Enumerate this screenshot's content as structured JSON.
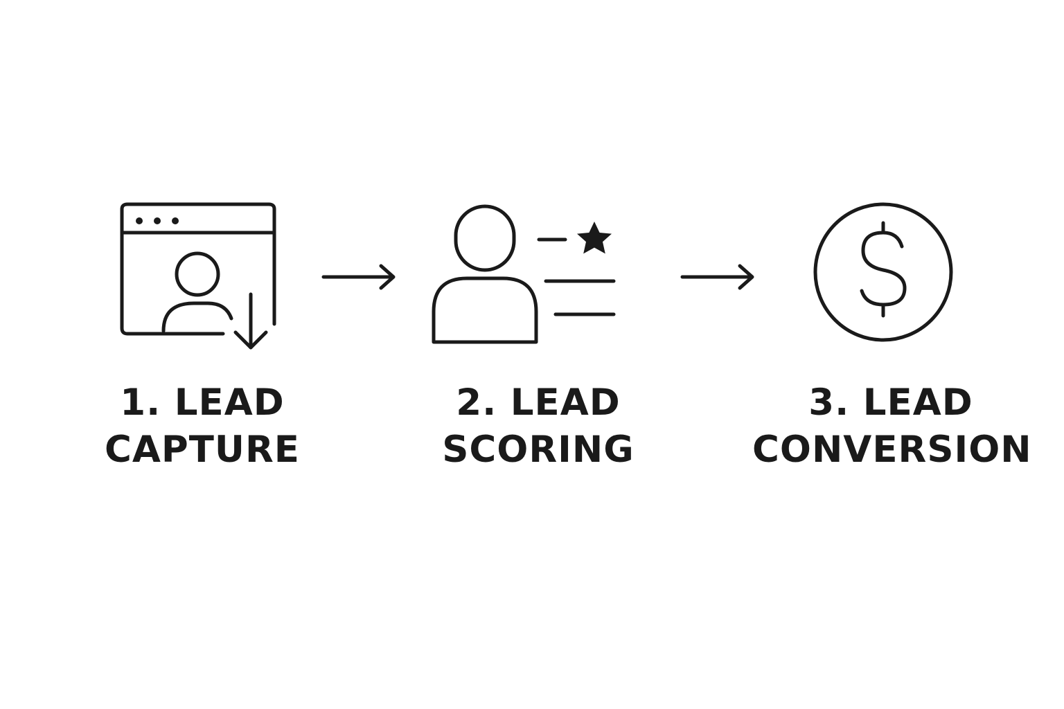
{
  "diagram": {
    "steps": [
      {
        "line1": "1. LEAD",
        "line2": "CAPTURE",
        "icon": "browser-user-download-icon"
      },
      {
        "line1": "2. LEAD",
        "line2": "SCORING",
        "icon": "user-rating-icon"
      },
      {
        "line1": "3. LEAD",
        "line2": "CONVERSION",
        "icon": "dollar-coin-icon"
      }
    ],
    "connectors": [
      "arrow-right-icon",
      "arrow-right-icon"
    ],
    "colors": {
      "ink": "#1a1a1a",
      "background": "#ffffff"
    }
  }
}
